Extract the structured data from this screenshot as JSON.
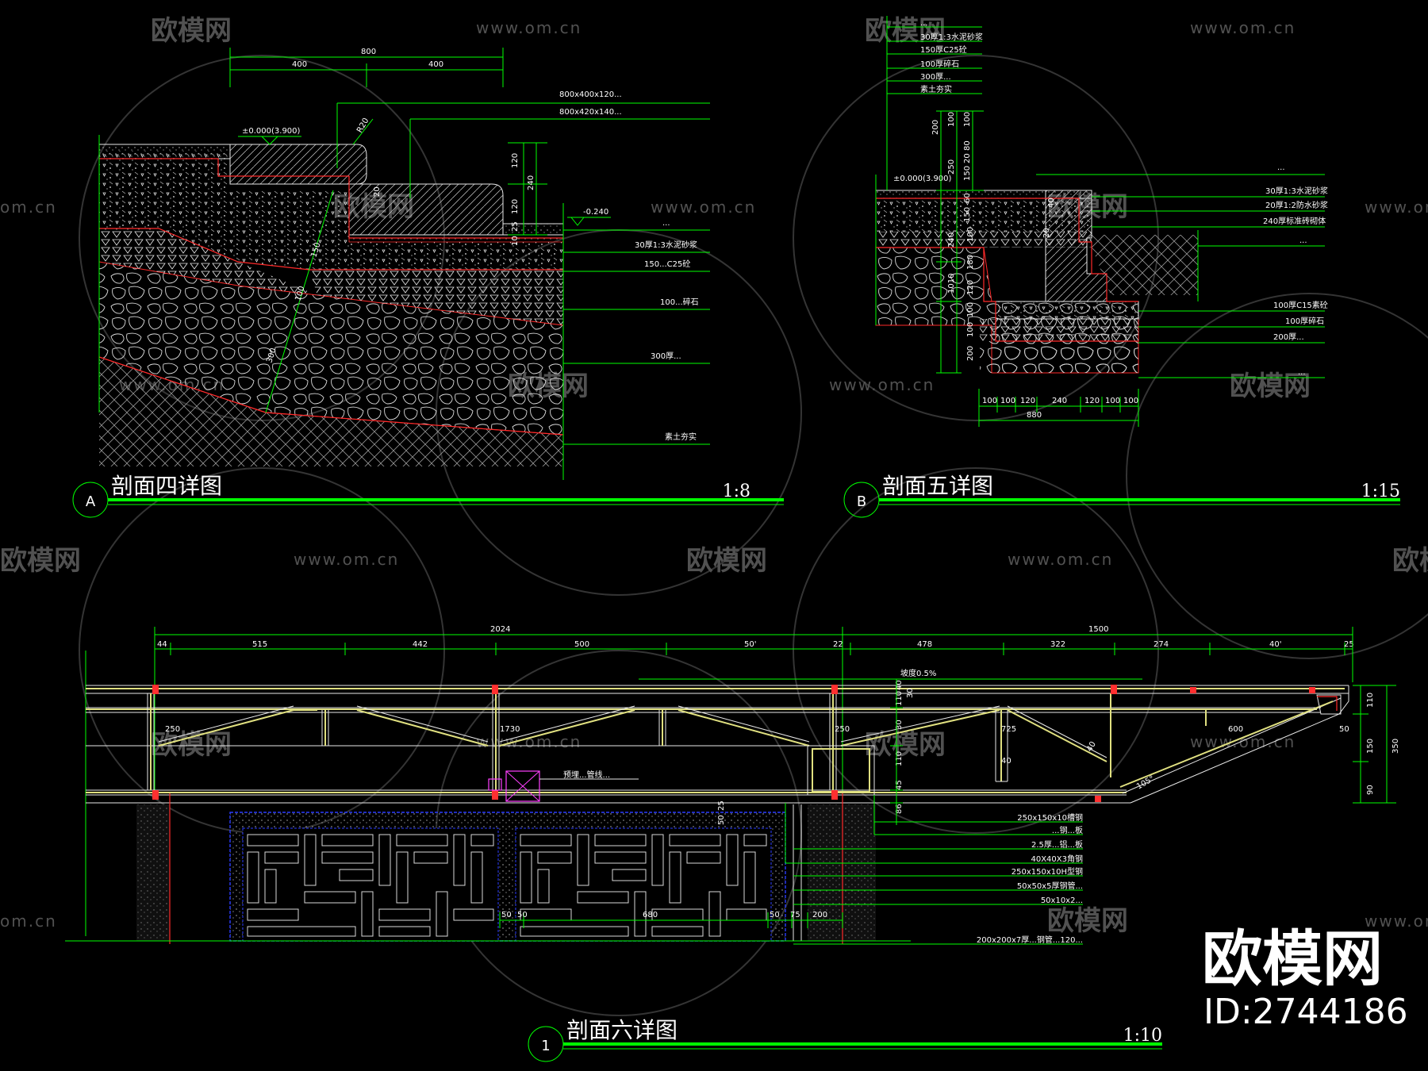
{
  "sheet": {
    "detail_a": {
      "marker": "A",
      "title": "剖面四详图",
      "scale": "1:8",
      "dims_top": [
        "800",
        "400",
        "400"
      ],
      "radius": "R20",
      "elevation": "±0.000(3.900)",
      "elevation_low": "-0.240",
      "layer_dims": [
        "120",
        "120",
        "240",
        "25",
        "10",
        "20",
        "150",
        "100",
        "300"
      ],
      "callouts": [
        "800x400x120...",
        "800x420x140...",
        "...",
        "30厚1:3水泥砂浆",
        "150...C25砼",
        "100...碎石",
        "300厚...",
        "素土夯实"
      ]
    },
    "detail_b": {
      "marker": "B",
      "title": "剖面五详图",
      "scale": "1:15",
      "elevation": "±0.000(3.900)",
      "top_labels": [
        "...",
        "30厚1:3水泥砂浆",
        "150厚C25砼",
        "100厚碎石",
        "300厚...",
        "素土夯实"
      ],
      "right_labels": [
        "...",
        "30厚1:3水泥砂浆",
        "20厚1:2防水砂浆",
        "240厚标准砖砌体",
        "...",
        "100厚C15素砼",
        "100厚碎石",
        "200厚...",
        "..."
      ],
      "vertical_dims": [
        "200",
        "100",
        "100",
        "20",
        "80",
        "150",
        "250",
        "60",
        "150",
        "240",
        "100",
        "180",
        "120",
        "100",
        "1010",
        "100",
        "200"
      ],
      "bottom_dims": [
        "100",
        "100",
        "120",
        "240",
        "120",
        "100",
        "100"
      ],
      "bottom_total": "880",
      "inner_dims": [
        "40",
        "20"
      ]
    },
    "detail_1": {
      "marker": "1",
      "title": "剖面六详图",
      "scale": "1:10",
      "dim_totals": [
        "2024",
        "1500"
      ],
      "dim_segments": [
        "44",
        "515",
        "442",
        "500",
        "50'",
        "22",
        "478",
        "322",
        "274",
        "40'",
        "25"
      ],
      "slope_note": "坡度0.5%",
      "inner_dims": [
        "250",
        "1730",
        "250",
        "725",
        "40",
        "600",
        "50",
        "40",
        "110",
        "105°",
        "40",
        "30",
        "30",
        "110",
        "45",
        "86",
        "50",
        "25"
      ],
      "right_dims": [
        "110",
        "150",
        "90",
        "350"
      ],
      "conduit_note": "预埋...管线...",
      "callouts": [
        "250x150x10槽钢",
        "...钢...板",
        "2.5厚...铝...板",
        "40X40X3角钢",
        "250x150x10H型钢",
        "50x50x5厚钢管...",
        "50x10x2...",
        "200x200x7厚...钢管...120..."
      ],
      "bottom_dims": [
        "50",
        "50",
        "680",
        "50",
        "75",
        "200"
      ]
    },
    "watermark": {
      "brand": "欧模网",
      "url": "www.om.cn",
      "url_short": "om.cn"
    },
    "branding": {
      "name": "欧模网",
      "id": "ID:2744186"
    }
  }
}
